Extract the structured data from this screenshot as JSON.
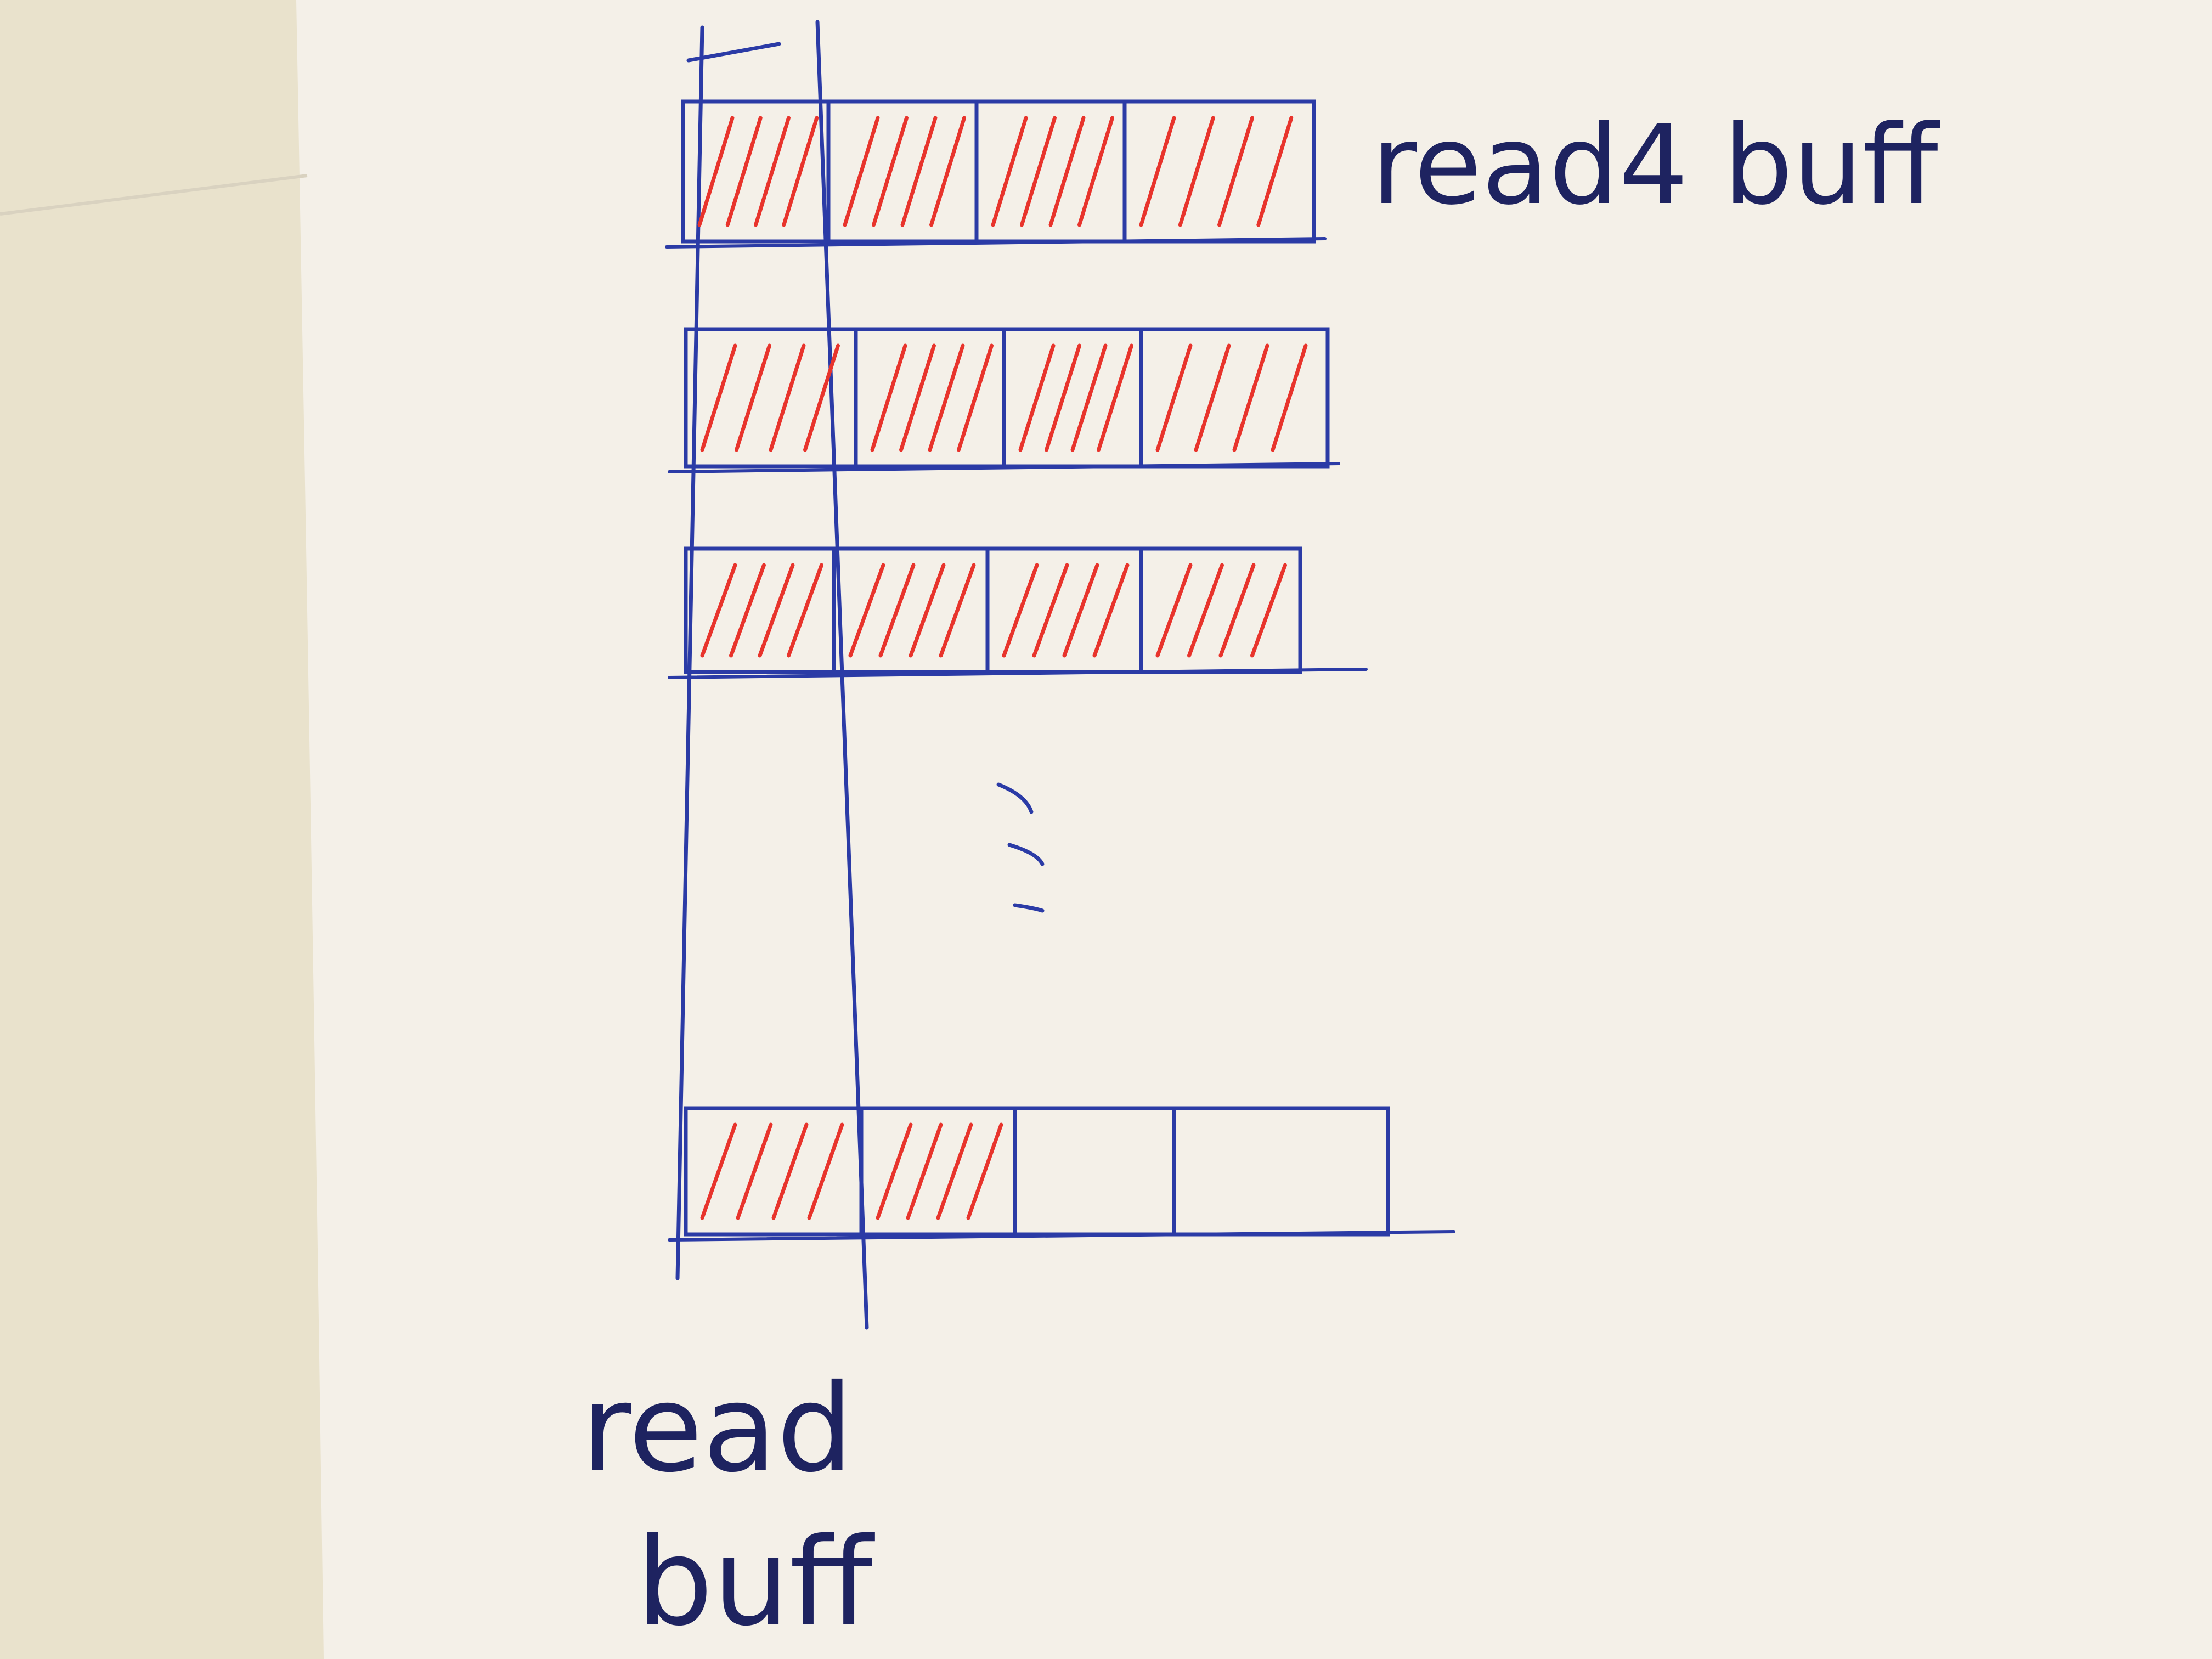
{
  "diagram": {
    "labels": {
      "read4_buff": "read4 buff",
      "read_buff_line1": "read",
      "read_buff_line2": "buff",
      "ellipsis": "..."
    },
    "rows": [
      {
        "blocks": 4,
        "filled": [
          true,
          true,
          true,
          true
        ]
      },
      {
        "blocks": 4,
        "filled": [
          true,
          true,
          true,
          true
        ]
      },
      {
        "blocks": 4,
        "filled": [
          true,
          true,
          true,
          true
        ]
      },
      {
        "blocks": 4,
        "filled": [
          true,
          true,
          false,
          false
        ]
      }
    ],
    "colors": {
      "ink": "#2b3ba6",
      "hatch": "#e8342c",
      "paper": "#f4f0e8",
      "background_left": "#e7dfc6",
      "text": "#1e2360"
    }
  }
}
